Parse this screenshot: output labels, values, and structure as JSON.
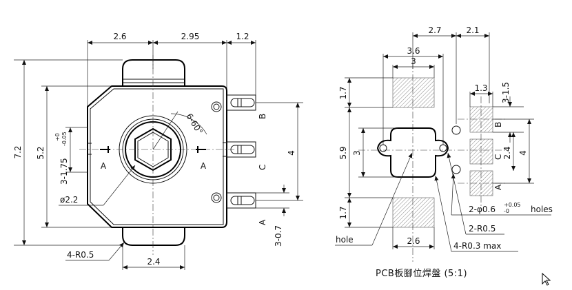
{
  "left_view": {
    "dims": {
      "top_a": "2.6",
      "top_b": "2.95",
      "top_c": "1.2",
      "height_total": "7.2",
      "height_inner": "5.2",
      "center_tol": "3-1.75",
      "center_tol_sup": "+0",
      "center_tol_sub": "-0.05",
      "right_4": "4",
      "hex_angle": "6-60°",
      "dia": "ø2.2",
      "radius": "4-R0.5",
      "bottom": "2.4",
      "bot_right": "3-0.7"
    },
    "labels": {
      "section_a1": "A",
      "section_a2": "A",
      "pin_b": "B",
      "pin_c": "C",
      "pin_a": "A"
    }
  },
  "right_view": {
    "dims": {
      "top_27": "2.7",
      "top_21": "2.1",
      "w36": "3.6",
      "w3": "3",
      "h17a": "1.7",
      "h17b": "1.7",
      "h59": "5.9",
      "h3": "3",
      "w13": "1.3",
      "r315": "3-1.5",
      "r24": "2.4",
      "r4": "4",
      "w26": "2.6"
    },
    "labels": {
      "pin_b": "B",
      "pin_c": "C",
      "pin_a": "A",
      "holes": "2-φ0.6",
      "holes_sup": "+0.05",
      "holes_sub": "-0",
      "holes_word": "holes",
      "r05": "2-R0.5",
      "r03": "4-R0.3  max",
      "hole": "hole"
    },
    "caption": "PCB板腳位焊盤 (5:1)"
  },
  "icons": [
    "mouse-cursor-icon"
  ]
}
